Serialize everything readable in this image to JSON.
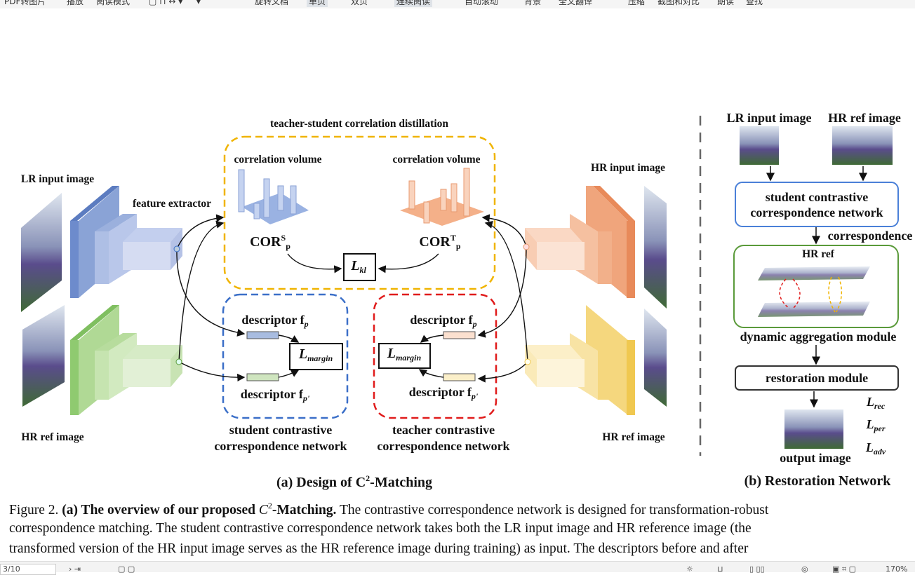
{
  "toolbar": {
    "items": [
      "PDF转图片",
      "播放",
      "阅读模式",
      "旋转文档",
      "单页",
      "双页",
      "连续阅读",
      "自动滚动",
      "背景",
      "全文翻译",
      "压缩",
      "截图和对比",
      "朗读",
      "查找"
    ]
  },
  "statusbar": {
    "page": "3/10",
    "zoom": "170%"
  },
  "figure_a": {
    "distill_title": "teacher-student correlation distillation",
    "corr_vol_student": "correlation volume",
    "corr_vol_teacher": "correlation volume",
    "cor_s": "COR",
    "cor_s_sup": "S",
    "cor_s_sub": "p",
    "cor_t": "COR",
    "cor_t_sup": "T",
    "cor_t_sub": "p",
    "lkl": "L",
    "lkl_sub": "kl",
    "lr_input": "LR input image",
    "feature_extractor": "feature extractor",
    "hr_ref_left": "HR ref image",
    "hr_input": "HR input image",
    "hr_ref_right": "HR ref image",
    "desc_fp_s": "descriptor f",
    "desc_fp_s_sub": "p",
    "desc_fpp_s": "descriptor f",
    "desc_fpp_s_sub": "p'",
    "desc_fp_t": "descriptor f",
    "desc_fp_t_sub": "p",
    "desc_fpp_t": "descriptor f",
    "desc_fpp_t_sub": "p'",
    "lmargin_s": "L",
    "lmargin_s_sub": "margin",
    "lmargin_t": "L",
    "lmargin_t_sub": "margin",
    "student_net_1": "student contrastive",
    "student_net_2": "correspondence network",
    "teacher_net_1": "teacher contrastive",
    "teacher_net_2": "correspondence network",
    "caption": "(a) Design of C",
    "caption_sup": "2",
    "caption_tail": "-Matching"
  },
  "figure_b": {
    "lr_input": "LR input image",
    "hr_ref": "HR ref image",
    "student_net_1": "student contrastive",
    "student_net_2": "correspondence network",
    "correspondence": "correspondence",
    "hr_ref_inner": "HR ref",
    "dam": "dynamic aggregation module",
    "restoration": "restoration module",
    "l_rec": "L",
    "l_rec_sub": "rec",
    "l_per": "L",
    "l_per_sub": "per",
    "l_adv": "L",
    "l_adv_sub": "adv",
    "output": "output image",
    "caption": "(b) Restoration Network"
  },
  "caption": {
    "prefix": "Figure 2. ",
    "bold1": "(a) The overview of our proposed ",
    "math": "C",
    "math_sup": "2",
    "bold2": "-Matching.",
    "line1_rest": " The contrastive correspondence network is designed for transformation-robust",
    "line2": "correspondence matching. The student contrastive correspondence network takes both the LR input image and HR reference image (the",
    "line3": "transformed version of the HR input image serves as the HR reference image during training) as input. The descriptors before and after"
  },
  "colors": {
    "yellow_box": "#f0b400",
    "blue_box": "#3b6fc8",
    "red_box": "#e01b1b",
    "blue_enc": "#7d97cf",
    "green_enc": "#a6cf8a",
    "orange_enc": "#f0a078",
    "yellow_enc": "#f2d47a",
    "green_panel": "#5a9a3a",
    "blue_panel": "#4a80d8"
  }
}
